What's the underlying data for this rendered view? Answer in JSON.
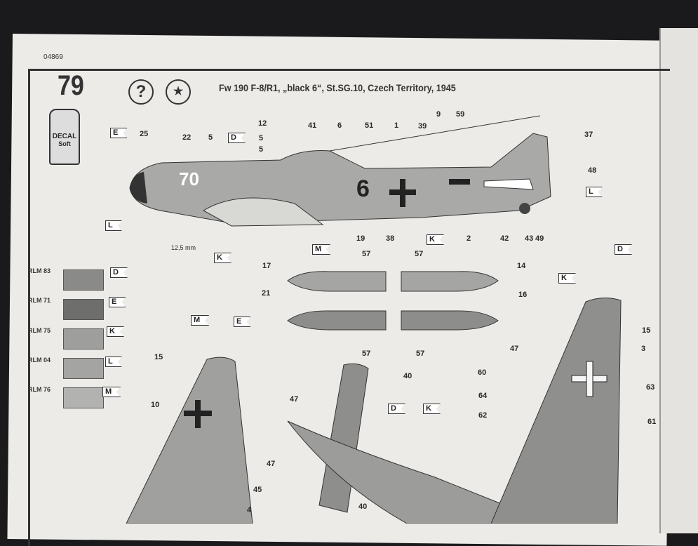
{
  "doc": {
    "code": "04869",
    "step": "79",
    "title": "Fw 190 F-8/R1, „black 6“, St.SG.10, Czech Territory, 1945",
    "help_icon": "?",
    "decal_label": "DECAL",
    "decal_sub": "Soft",
    "measure": "12,5 mm",
    "fuselage_code": "70",
    "fuselage_number": "6"
  },
  "colors": [
    {
      "name": "RLM 83",
      "flag": "D",
      "hex": "#8a8a88"
    },
    {
      "name": "RLM 71",
      "flag": "E",
      "hex": "#6e6e6c"
    },
    {
      "name": "RLM 75",
      "flag": "K",
      "hex": "#9e9e9c"
    },
    {
      "name": "RLM 04",
      "flag": "L",
      "hex": "#a4a4a2"
    },
    {
      "name": "RLM 76",
      "flag": "M",
      "hex": "#b2b2b0"
    }
  ],
  "flags": [
    "E",
    "D",
    "L",
    "K",
    "M",
    "K",
    "L",
    "E",
    "M",
    "D",
    "K",
    "K",
    "D"
  ],
  "callouts": [
    "25",
    "22",
    "5",
    "5",
    "5",
    "12",
    "41",
    "6",
    "51",
    "1",
    "39",
    "9",
    "59",
    "37",
    "48",
    "49",
    "43",
    "42",
    "2",
    "38",
    "19",
    "17",
    "21",
    "57",
    "57",
    "14",
    "16",
    "57",
    "57",
    "15",
    "10",
    "45",
    "4",
    "47",
    "47",
    "40",
    "40",
    "15",
    "3",
    "47",
    "60",
    "64",
    "63",
    "62",
    "61"
  ]
}
